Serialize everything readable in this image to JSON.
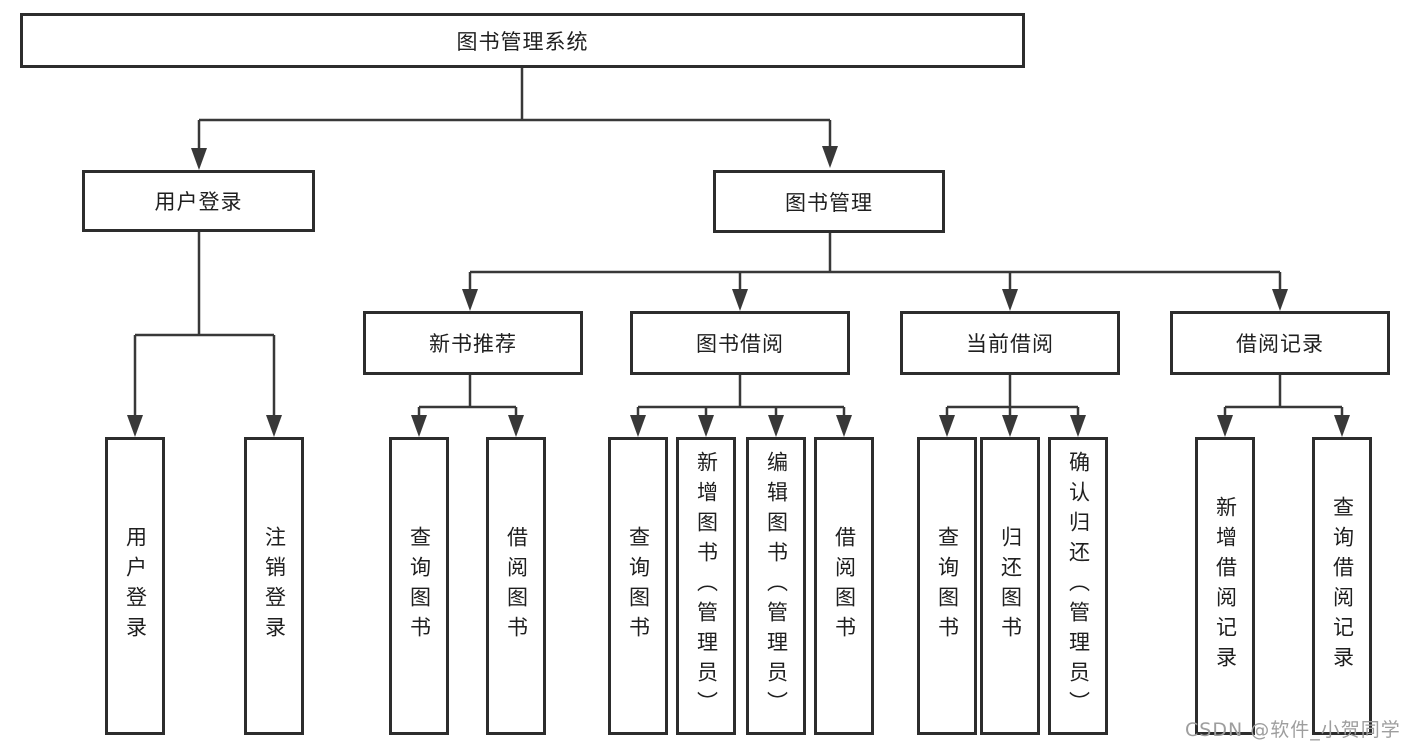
{
  "diagram": {
    "tree": {
      "label": "图书管理系统",
      "children": [
        {
          "label": "用户登录",
          "children": [
            {
              "label": "用户登录"
            },
            {
              "label": "注销登录"
            }
          ]
        },
        {
          "label": "图书管理",
          "children": [
            {
              "label": "新书推荐",
              "children": [
                {
                  "label": "查询图书"
                },
                {
                  "label": "借阅图书"
                }
              ]
            },
            {
              "label": "图书借阅",
              "children": [
                {
                  "label": "查询图书"
                },
                {
                  "label": "新增图书（管理员）"
                },
                {
                  "label": "编辑图书（管理员）"
                },
                {
                  "label": "借阅图书"
                }
              ]
            },
            {
              "label": "当前借阅",
              "children": [
                {
                  "label": "查询图书"
                },
                {
                  "label": "归还图书"
                },
                {
                  "label": "确认归还（管理员）"
                }
              ]
            },
            {
              "label": "借阅记录",
              "children": [
                {
                  "label": "新增借阅记录"
                },
                {
                  "label": "查询借阅记录"
                }
              ]
            }
          ]
        }
      ]
    },
    "watermark": "CSDN @软件_小贺同学",
    "colors": {
      "line": "#383838",
      "box_border": "#2d2d2d",
      "box_fill": "#ffffff",
      "text": "#1f1f1f",
      "watermark": "#9e9e9e",
      "background": "#ffffff"
    }
  }
}
